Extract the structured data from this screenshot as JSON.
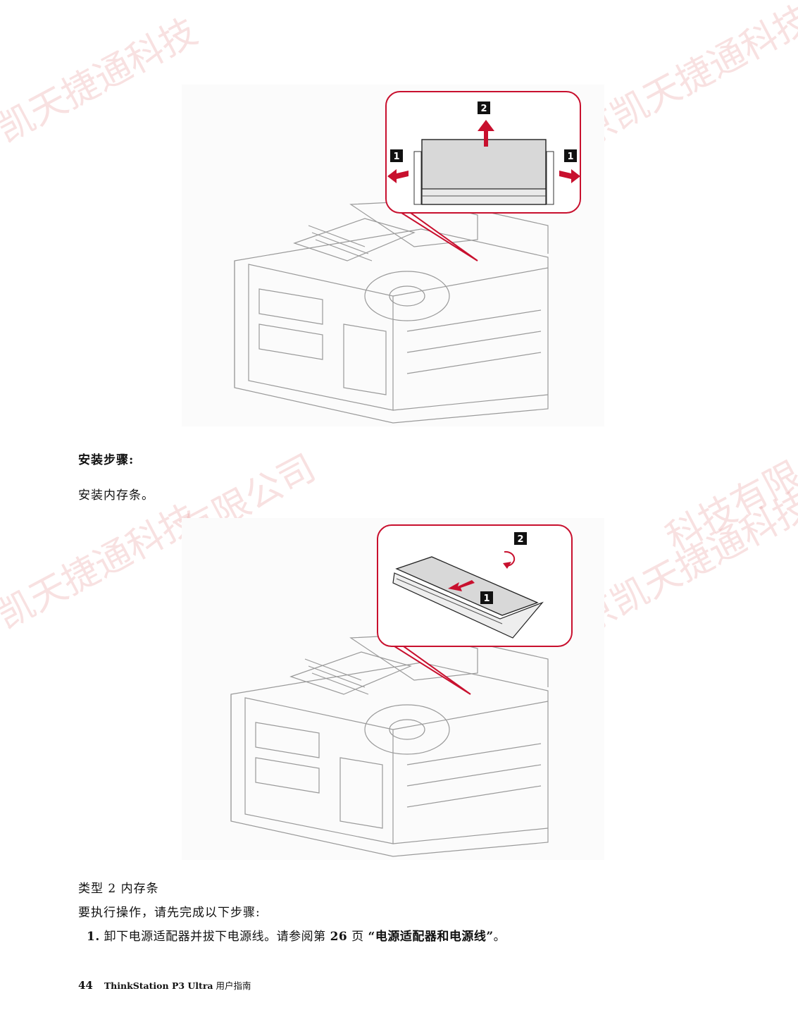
{
  "watermark": {
    "text_a": "凯天捷通科技",
    "text_b": "北京凯天捷通科技",
    "text_c": "有限公司",
    "text_d": "科技有限"
  },
  "figure1": {
    "badge_1": "1",
    "badge_2": "2"
  },
  "figure2": {
    "badge_1": "1",
    "badge_2": "2"
  },
  "section": {
    "heading": "安装步骤:",
    "text": "安装内存条。"
  },
  "type2": {
    "title": "类型 2 内存条",
    "intro": "要执行操作，请先完成以下步骤:"
  },
  "step1": {
    "number": "1.",
    "pre": "卸下电源适配器并拔下电源线。请参阅第",
    "page": "26",
    "mid": "页",
    "ref": "“电源适配器和电源线”",
    "end": "。"
  },
  "footer": {
    "page_number": "44",
    "title": "ThinkStation P3 Ultra",
    "suffix": "用户指南"
  },
  "colors": {
    "accent_red": "#c8102e",
    "line": "#9a9a9a",
    "badge": "#111111"
  }
}
